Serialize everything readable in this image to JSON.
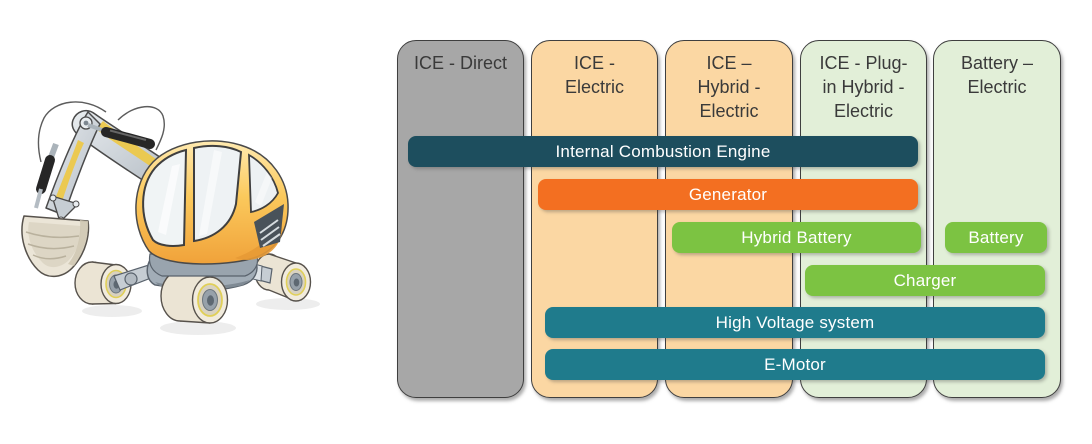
{
  "diagram": {
    "columns": [
      {
        "label": "ICE - Direct",
        "color": "#a7a7a7"
      },
      {
        "label": "ICE -\nElectric",
        "color": "#fbd7a3"
      },
      {
        "label": "ICE –\nHybrid -\nElectric",
        "color": "#fbd7a3"
      },
      {
        "label": "ICE - Plug-\nin Hybrid -\nElectric",
        "color": "#e2efd8"
      },
      {
        "label": "Battery –\nElectric",
        "color": "#e2efd8"
      }
    ],
    "bars": [
      {
        "label": "Internal Combustion Engine",
        "color": "#1d4e5e",
        "spans_columns": [
          1,
          2,
          3,
          4
        ]
      },
      {
        "label": "Generator",
        "color": "#f36f21",
        "spans_columns": [
          2,
          3,
          4
        ]
      },
      {
        "label": "Hybrid Battery",
        "color": "#7cc342",
        "spans_columns": [
          3,
          4
        ]
      },
      {
        "label": "Battery",
        "color": "#7cc342",
        "spans_columns": [
          5
        ]
      },
      {
        "label": "Charger",
        "color": "#7cc342",
        "spans_columns": [
          4,
          5
        ]
      },
      {
        "label": "High Voltage system",
        "color": "#1f7b8c",
        "spans_columns": [
          2,
          3,
          4,
          5
        ]
      },
      {
        "label": "E-Motor",
        "color": "#1f7b8c",
        "spans_columns": [
          2,
          3,
          4,
          5
        ]
      }
    ]
  },
  "illustration": {
    "description": "Cartoon wheeled excavator"
  }
}
